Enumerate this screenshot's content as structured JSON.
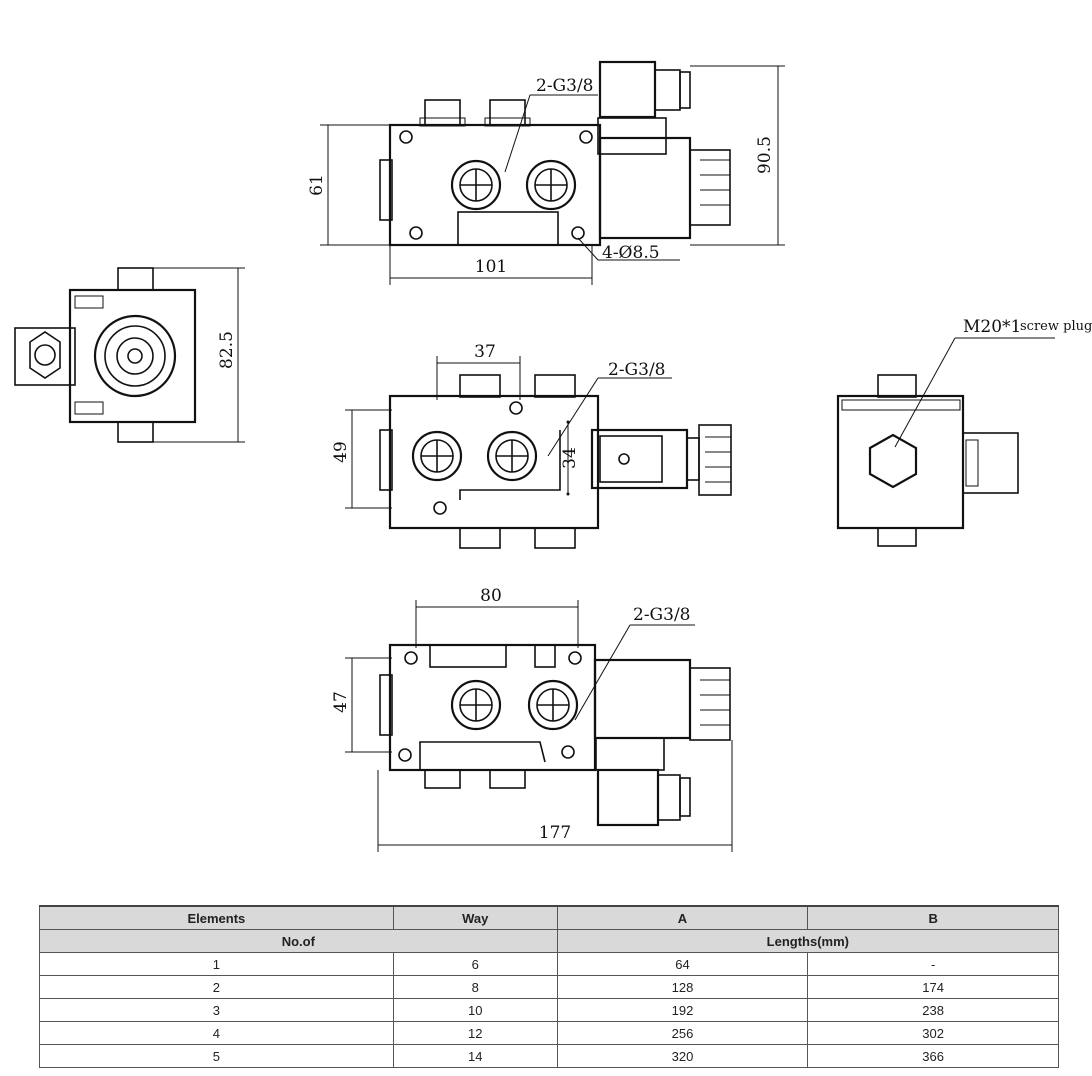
{
  "dimensions": {
    "top_height": "61",
    "top_total_height": "90.5",
    "top_width": "101",
    "top_holes": "4-Ø8.5",
    "top_ports": "2-G3/8",
    "side_height": "82.5",
    "mid_span": "37",
    "mid_ports": "2-G3/8",
    "mid_height": "49",
    "mid_inner": "34",
    "bottom_span": "80",
    "bottom_ports": "2-G3/8",
    "bottom_height": "47",
    "bottom_length": "177",
    "plug_label": "M20*1",
    "plug_note": "screw plug"
  },
  "table": {
    "header1": [
      "Elements",
      "Way",
      "A",
      "B"
    ],
    "header2": [
      "No.of",
      "Lengths(mm)"
    ],
    "rows": [
      [
        "1",
        "6",
        "64",
        "-"
      ],
      [
        "2",
        "8",
        "128",
        "174"
      ],
      [
        "3",
        "10",
        "192",
        "238"
      ],
      [
        "4",
        "12",
        "256",
        "302"
      ],
      [
        "5",
        "14",
        "320",
        "366"
      ]
    ]
  }
}
